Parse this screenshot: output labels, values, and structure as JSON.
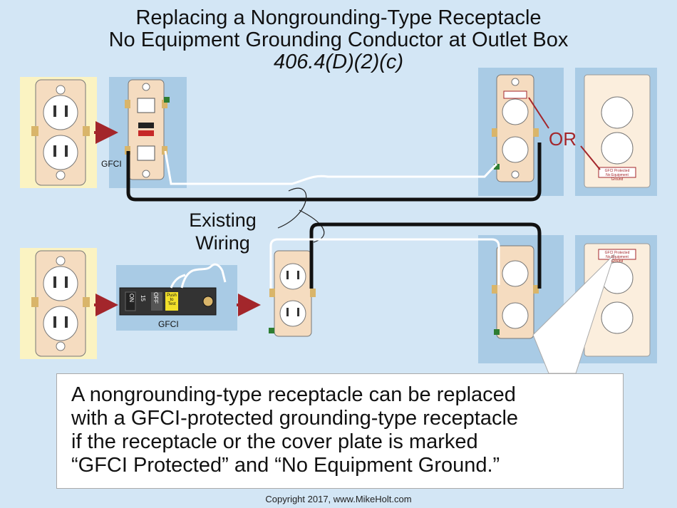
{
  "title": {
    "line1": "Replacing a Nongrounding-Type Receptacle",
    "line2": "No Equipment Grounding Conductor at Outlet Box",
    "line3": "406.4(D)(2)(c)"
  },
  "labels": {
    "gfci_receptacle": "GFCI",
    "gfci_breaker": "GFCI",
    "or": "OR",
    "existing_wiring_1": "Existing",
    "existing_wiring_2": "Wiring",
    "breaker_on": "ON",
    "breaker_amps": "15",
    "breaker_off": "OFF",
    "breaker_test": "Push to Test",
    "plate_marking_1": "GFCI Protected",
    "plate_marking_2": "No Equipment Ground"
  },
  "callout": {
    "line1": "A nongrounding-type receptacle can be replaced",
    "line2": "with a GFCI-protected grounding-type receptacle",
    "line3": "if the receptacle or the cover plate is marked",
    "line4": "“GFCI Protected” and “No Equipment Ground.”"
  },
  "copyright": "Copyright 2017, www.MikeHolt.com",
  "colors": {
    "background": "#d3e6f5",
    "panel": "#a9cbe5",
    "old_receptacle_panel": "#fbf3c2",
    "receptacle": "#f5dcc0",
    "arrow": "#a3262b",
    "wire_black": "#111111",
    "wire_white": "#ffffff"
  }
}
